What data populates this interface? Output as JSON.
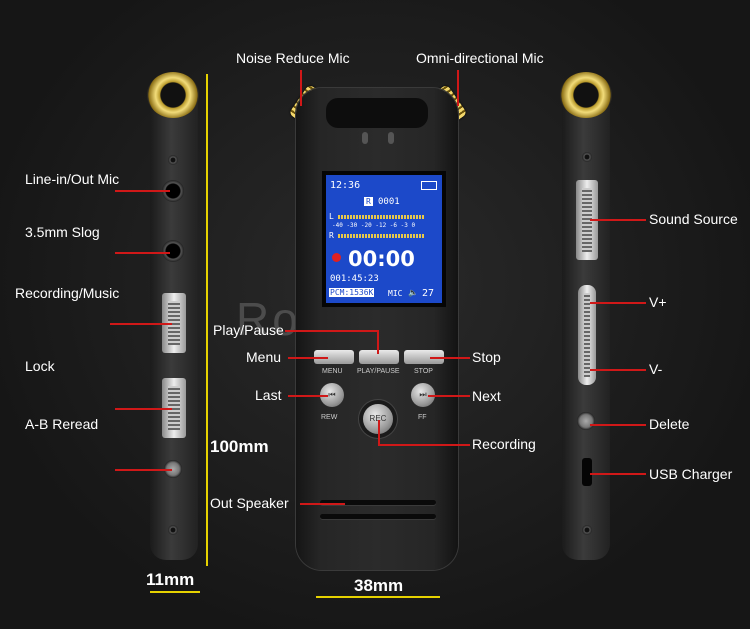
{
  "brand": "Rosimee",
  "labels": {
    "noise_reduce_mic": "Noise Reduce Mic",
    "omni_mic": "Omni-directional Mic",
    "line_in": "Line-in/Out Mic",
    "slog": "3.5mm Slog",
    "rec_music": "Recording/Music",
    "lock": "Lock",
    "ab_reread": "A-B Reread",
    "play_pause": "Play/Pause",
    "menu": "Menu",
    "stop": "Stop",
    "last": "Last",
    "next": "Next",
    "recording": "Recording",
    "out_speaker": "Out Speaker",
    "sound_source": "Sound Source",
    "v_plus": "V+",
    "v_minus": "V-",
    "delete": "Delete",
    "usb": "USB Charger"
  },
  "dimensions": {
    "height": "100mm",
    "width": "38mm",
    "depth": "11mm"
  },
  "screen": {
    "time": "12:36",
    "file_badge": "R",
    "file_no": "0001",
    "meter_scale": "-40 -30 -20 -12 -6 -3 0",
    "ch_left": "L",
    "ch_right": "R",
    "elapsed": "00:00",
    "remaining": "001:45:23",
    "format": "PCM:1536K",
    "mic": "MIC",
    "volume": "27"
  },
  "buttons": {
    "menu": "MENU",
    "play": "PLAY/PAUSE",
    "stop": "STOP",
    "rew": "REW",
    "ff": "FF",
    "rec": "REC"
  },
  "colors": {
    "callout": "#d01818",
    "dimension": "#e6d200",
    "screen": "#1c49c9"
  }
}
